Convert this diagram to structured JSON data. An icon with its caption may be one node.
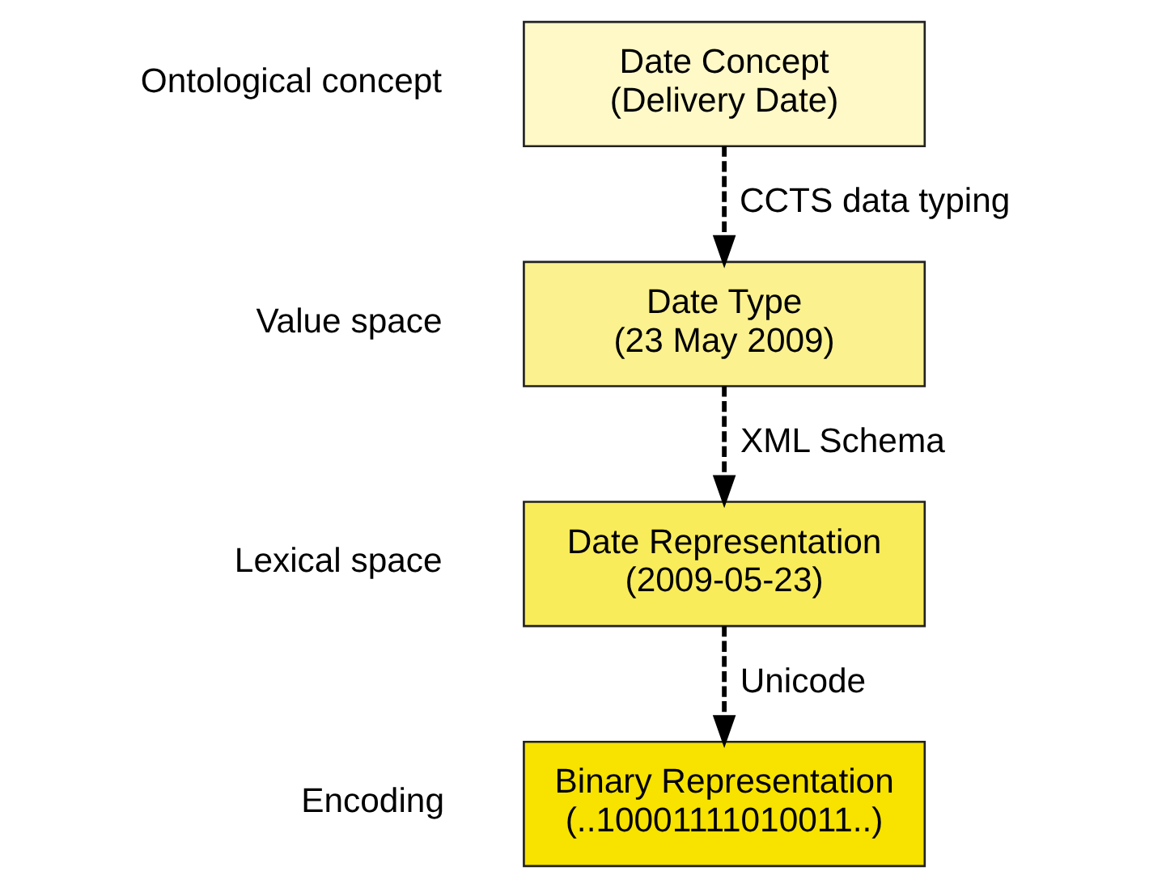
{
  "diagram": {
    "nodes": [
      {
        "text": [
          "Date Concept",
          "(Delivery Date)"
        ],
        "beside": [
          "Ontological concept"
        ]
      },
      {
        "text": [
          "Date Type",
          "(23 May 2009)"
        ],
        "beside": [
          "Value space"
        ]
      },
      {
        "text": [
          "Date Representation",
          "(2009-05-23)"
        ],
        "beside": [
          "Lexical space"
        ]
      },
      {
        "text": [
          "Binary Representation",
          "(..10001111010011..)"
        ],
        "beside": [
          "Encoding"
        ]
      }
    ],
    "edges": [
      {
        "from": 0,
        "to": 1,
        "arrow": "to",
        "label": "CCTS data typing",
        "style": "dashed"
      },
      {
        "from": 1,
        "to": 2,
        "arrow": "to",
        "label": "XML Schema",
        "style": "dashed"
      },
      {
        "from": 2,
        "to": 3,
        "arrow": "to",
        "label": "Unicode",
        "style": "dashed"
      }
    ]
  }
}
